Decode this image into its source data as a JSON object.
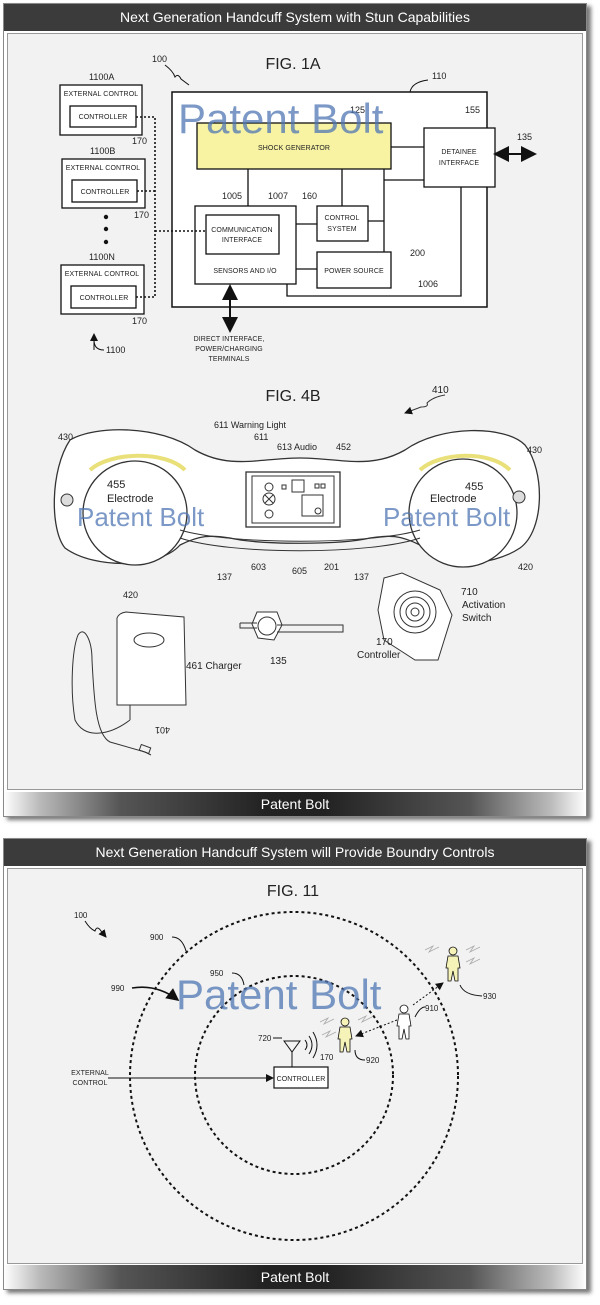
{
  "panel1": {
    "title": "Next Generation Handcuff System with Stun Capabilities",
    "footer": "Patent Bolt"
  },
  "panel2": {
    "title": "Next Generation Handcuff System will Provide Boundry Controls",
    "footer": "Patent Bolt"
  },
  "watermark": "Patent Bolt",
  "fig1a": {
    "title": "FIG. 1A",
    "ref_system": "100",
    "ref_device": "110",
    "ref_shock": "125",
    "ref_detainee": "155",
    "ref_port": "135",
    "ext_controls": [
      {
        "ref": "1100A",
        "label": "External Control",
        "controller": "Controller",
        "ref_controller": "170"
      },
      {
        "ref": "1100B",
        "label": "External Control",
        "controller": "Controller",
        "ref_controller": "170"
      },
      {
        "ref": "1100N",
        "label": "External Control",
        "controller": "Controller",
        "ref_controller": "170"
      }
    ],
    "ref_group": "1100",
    "shock_generator": "Shock Generator",
    "detainee_interface": [
      "Detainee",
      "Interface"
    ],
    "comm_interface": [
      "Communication",
      "Interface"
    ],
    "sensors": "Sensors and I/O",
    "control_system": [
      "Control",
      "System"
    ],
    "power_source": "Power Source",
    "ref_sensors": "1005",
    "ref_comm": "1007",
    "ref_control": "160",
    "ref_power": "200",
    "ref_bus": "1006",
    "direct_interface": [
      "Direct Interface,",
      "Power/Charging",
      "Terminals"
    ]
  },
  "fig4b": {
    "title": "FIG. 4B",
    "ref_cuffs": "410",
    "warning_light": "611 Warning Light",
    "ref_611": "611",
    "audio": "613 Audio",
    "ref_452": "452",
    "ref_430": "430",
    "electrode_ref": "455",
    "electrode": "Electrode",
    "ref_137": "137",
    "ref_603": "603",
    "ref_605": "605",
    "ref_201": "201",
    "ref_420": "420",
    "ref_710": "710",
    "activation": "Activation",
    "switch": "Switch",
    "ref_170": "170",
    "controller": "Controller",
    "ref_135": "135",
    "charger": "461 Charger",
    "ref_401": "401"
  },
  "fig11": {
    "title": "FIG. 11",
    "ref_100": "100",
    "ref_900": "900",
    "ref_950": "950",
    "ref_990": "990",
    "ref_720": "720",
    "ref_170": "170",
    "controller": "Controller",
    "external_control": [
      "External",
      "Control"
    ],
    "ref_920": "920",
    "ref_910": "910",
    "ref_930": "930"
  },
  "colors": {
    "shock_generator": "#f7f3a3",
    "person_yellow": "#f6f3b8",
    "watermark": "#4f76b4",
    "titlebar": "#3b3b3b"
  }
}
